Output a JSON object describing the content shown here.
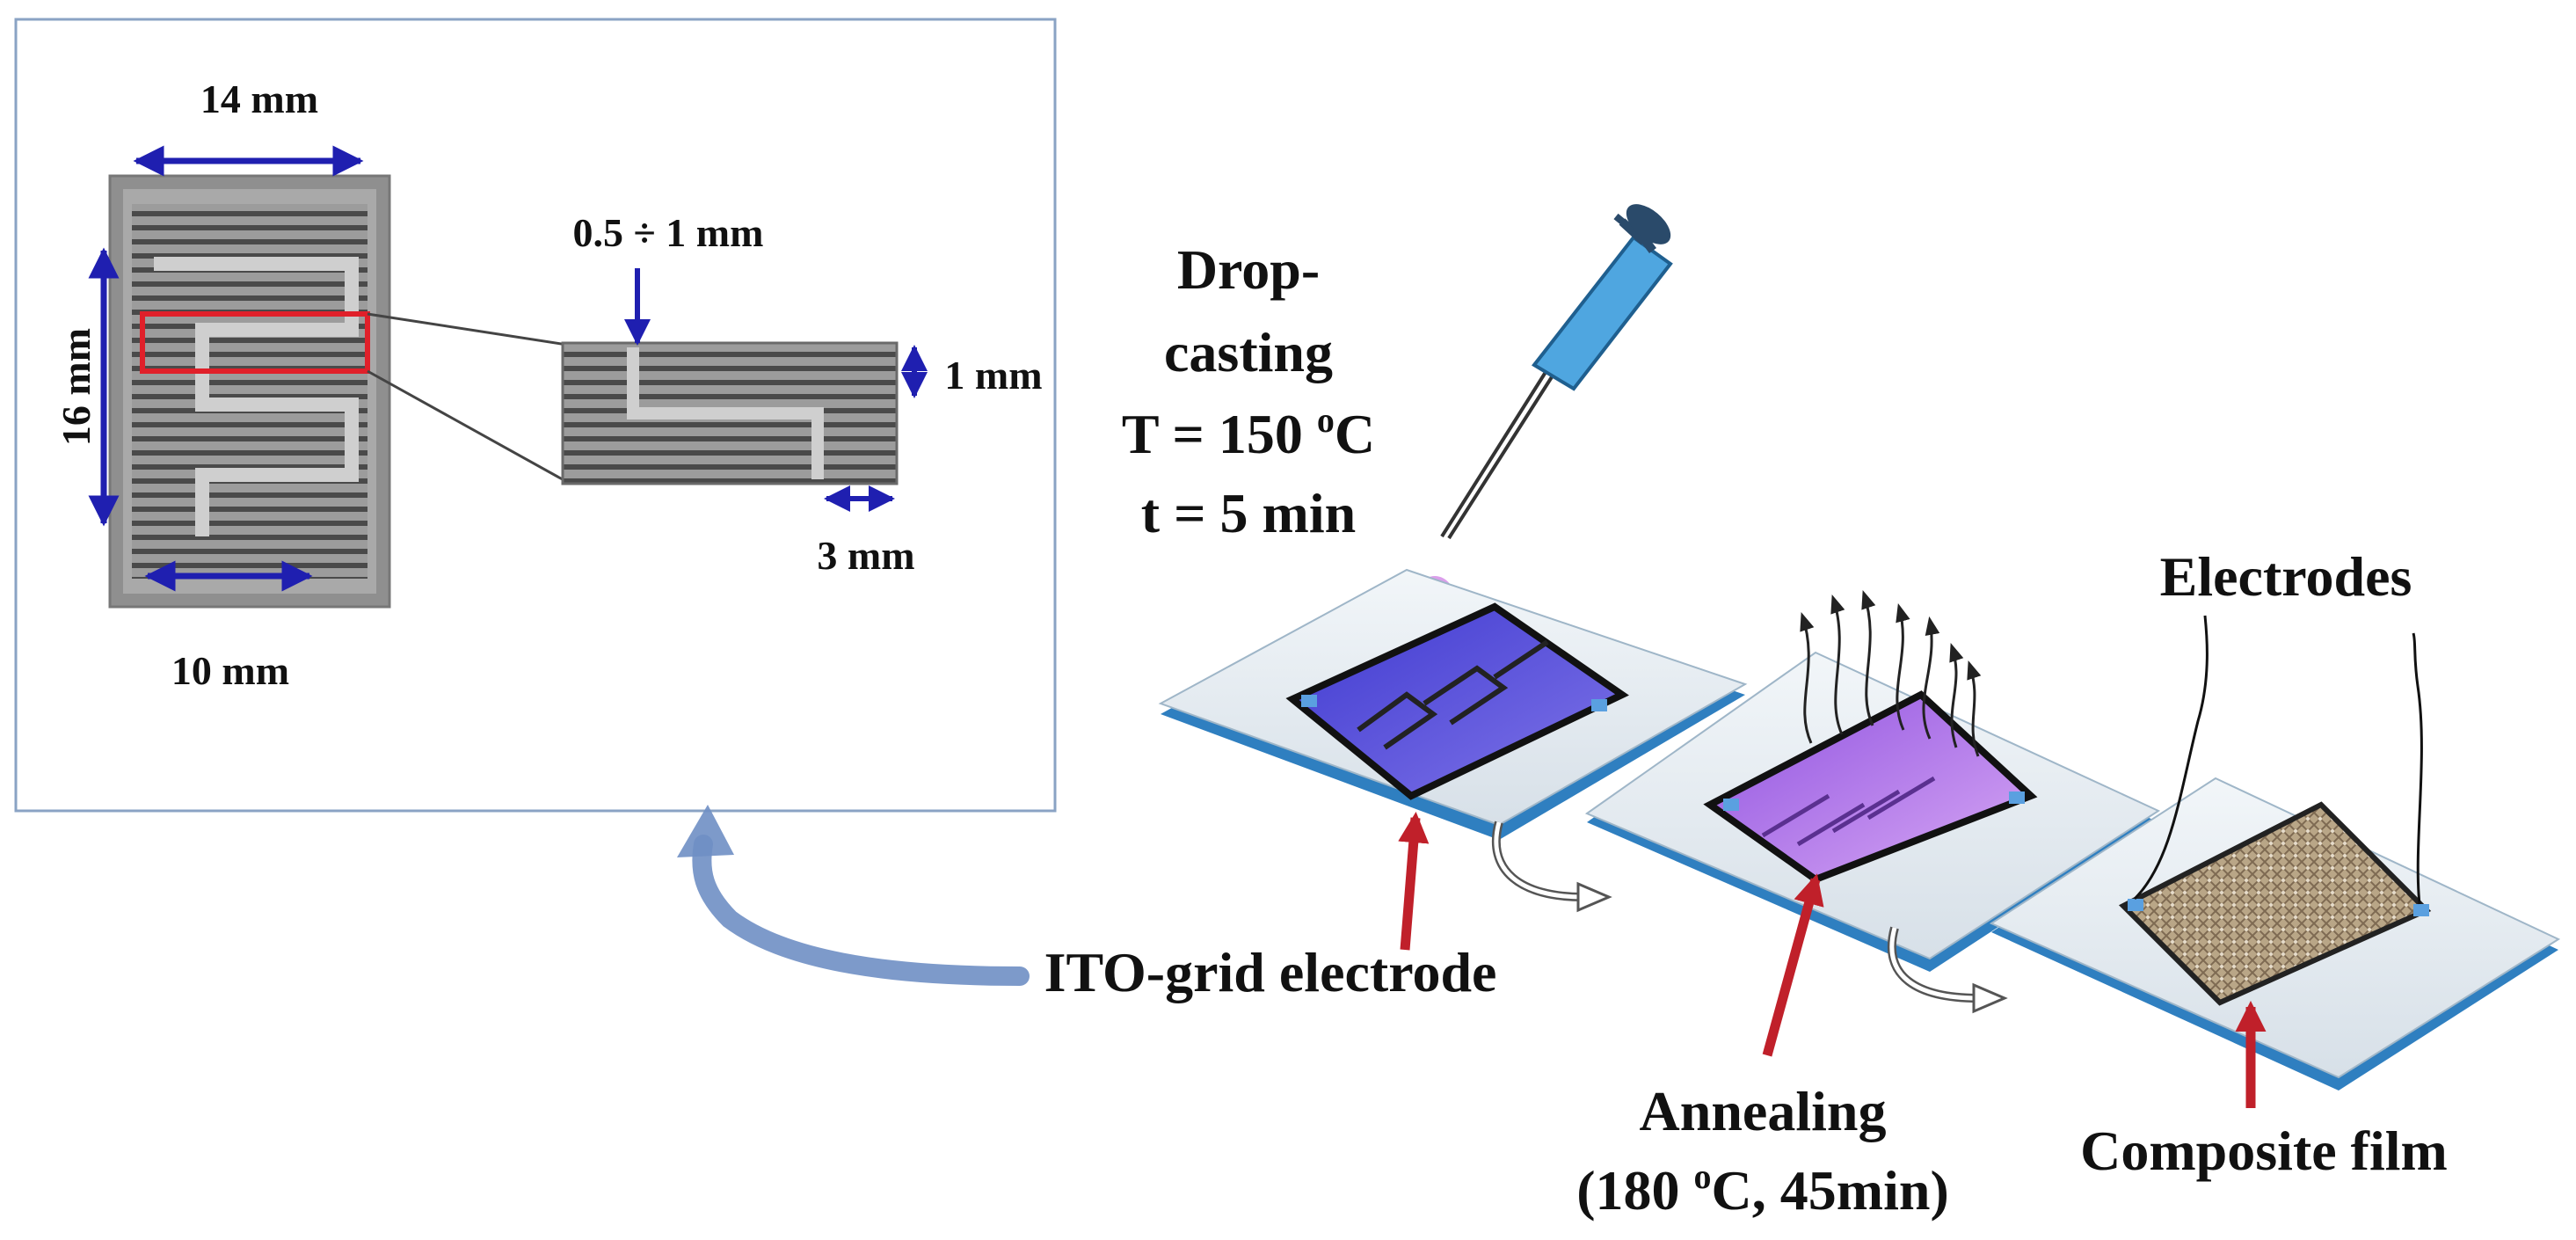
{
  "inset": {
    "dimensions": {
      "width_top": "14 mm",
      "height_left": "16 mm",
      "width_bottom": "10 mm",
      "gap": "0.5 ÷ 1 mm",
      "finger_height": "1 mm",
      "finger_length": "3 mm"
    }
  },
  "steps": {
    "dropcasting": {
      "line1": "Drop-",
      "line2": "casting",
      "temp_prefix": "T = 150 ",
      "temp_sup": "o",
      "temp_suffix": "C",
      "time": "t = 5 min"
    },
    "ito_label": "ITO-grid electrode",
    "annealing": {
      "line1": "Annealing",
      "line2_prefix": "(180 ",
      "line2_sup": "o",
      "line2_suffix": "C, 45min)"
    },
    "electrodes_label": "Electrodes",
    "composite_label": "Composite film"
  },
  "colors": {
    "dimension_arrow": "#1f1fb0",
    "highlight_box": "#e0202a",
    "pointer_arrow": "#c0202a",
    "substrate_top": "#e3eaf0",
    "substrate_edge": "#2f7fc0",
    "grid_fill": "#5a4fd6",
    "annealed_fill": "#b77be8",
    "composite_fill": "#a8937a",
    "curved_arrow": "#6f8fc4"
  }
}
